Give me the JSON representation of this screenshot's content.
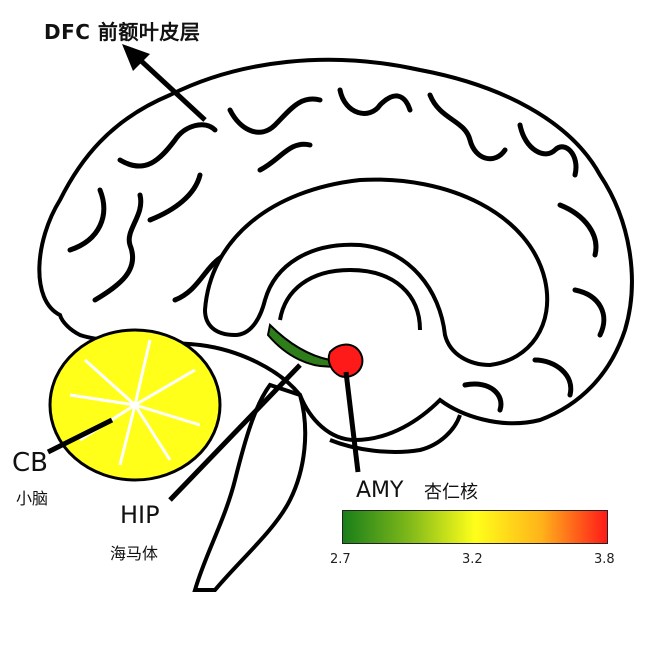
{
  "labels": {
    "dfc": "DFC 前额叶皮层",
    "cb": "CB",
    "cb_sub": "小脑",
    "hip": "HIP",
    "hip_sub": "海马体",
    "amy": "AMY",
    "amy_sub": "杏仁核"
  },
  "colorbar": {
    "min": "2.7",
    "mid": "3.2",
    "max": "3.8",
    "colors": [
      "#1a7f1a",
      "#7fb81a",
      "#ffff1a",
      "#ffb31a",
      "#ff1a1a"
    ]
  },
  "regions": {
    "cerebellum_color": "#ffff1a",
    "hippocampus_color": "#2e7d1a",
    "amygdala_color": "#ff1a1a"
  },
  "icons": {
    "arrow": "arrow-up-left-icon"
  }
}
